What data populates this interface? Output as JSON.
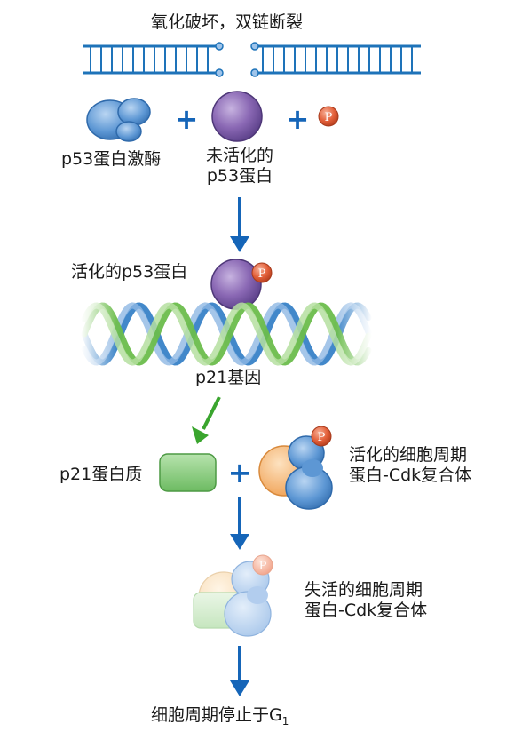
{
  "title": "氧化破坏，双链断裂",
  "labels": {
    "kinase": "p53蛋白激酶",
    "inactive_p53_line1": "未活化的",
    "inactive_p53_line2": "p53蛋白",
    "active_p53": "活化的p53蛋白",
    "gene": "p21基因",
    "p21_protein": "p21蛋白质",
    "active_complex_line1": "活化的细胞周期",
    "active_complex_line2": "蛋白-Cdk复合体",
    "inactive_complex_line1": "失活的细胞周期",
    "inactive_complex_line2": "蛋白-Cdk复合体",
    "arrest_text": "细胞周期停止于G",
    "arrest_subscript": "1"
  },
  "symbols": {
    "plus": "+",
    "phosphate": "P"
  },
  "colors": {
    "arrow_blue": "#1565b8",
    "arrow_green": "#3aa52e",
    "purple": "#7b5aa6",
    "blue": "#4a86c8",
    "orange": "#f0a55a",
    "green": "#7cc574",
    "phosphate": "#e05a33",
    "dna_blue": "#2d7bc4",
    "dna_green": "#6bbd4c"
  }
}
